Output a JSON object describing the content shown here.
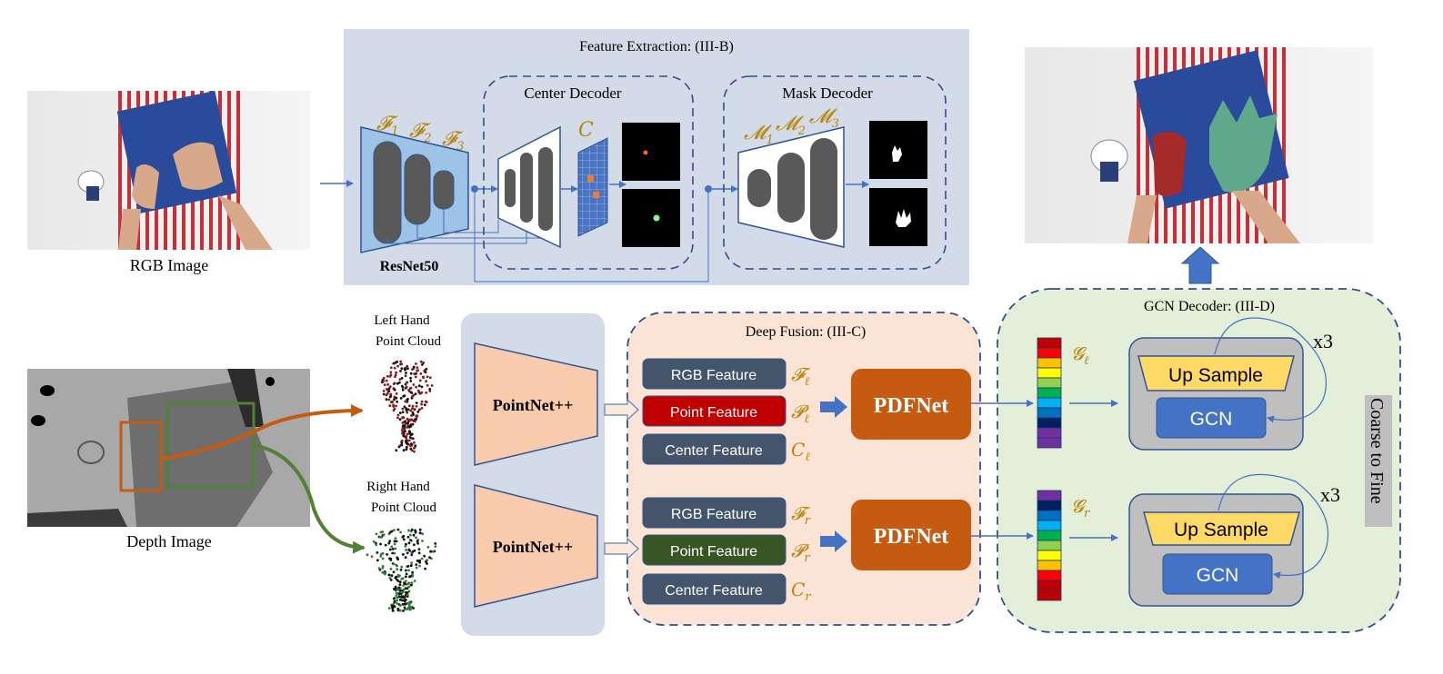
{
  "inputs": {
    "rgb_caption": "RGB Image",
    "depth_caption": "Depth Image",
    "left_cloud_caption": [
      "Left Hand",
      "Point Cloud"
    ],
    "right_cloud_caption": [
      "Right Hand",
      "Point Cloud"
    ]
  },
  "feature_extraction": {
    "title": "Feature Extraction: (III-B)",
    "backbone_label": "ResNet50",
    "backbone_features": [
      "𝓕",
      "𝓕",
      "𝓕"
    ],
    "backbone_feature_subs": [
      "1",
      "2",
      "3"
    ],
    "center_decoder_title": "Center Decoder",
    "center_symbol": "𝐶",
    "mask_decoder_title": "Mask Decoder",
    "mask_features": [
      "𝓜",
      "𝓜",
      "𝓜"
    ],
    "mask_feature_subs": [
      "1",
      "2",
      "3"
    ]
  },
  "pointnet": {
    "top_label": "PointNet++",
    "bottom_label": "PointNet++"
  },
  "deep_fusion": {
    "title": "Deep Fusion: (III-C)",
    "left": {
      "features": [
        "RGB Feature",
        "Point Feature",
        "Center Feature"
      ],
      "symbols": [
        "𝓕",
        "𝓟",
        "𝐶"
      ],
      "symbol_subs": [
        "ℓ",
        "ℓ",
        "ℓ"
      ],
      "net": "PDFNet"
    },
    "right": {
      "features": [
        "RGB Feature",
        "Point Feature",
        "Center Feature"
      ],
      "symbols": [
        "𝓕",
        "𝓟",
        "𝐶"
      ],
      "symbol_subs": [
        "r",
        "r",
        "r"
      ],
      "net": "PDFNet"
    }
  },
  "gcn_decoder": {
    "title": "GCN Decoder: (III-D)",
    "left_symbol": "𝓖",
    "left_sub": "ℓ",
    "right_symbol": "𝓖",
    "right_sub": "r",
    "upsample_label": "Up Sample",
    "gcn_label": "GCN",
    "repeat_label": "x3",
    "side_label": "Coarse to Fine"
  },
  "colors": {
    "fe_bg": "#d3dbe8",
    "fusion_bg": "#fbe3d6",
    "gcn_bg": "#e3efd9",
    "dashed_border": "#2f4f8f",
    "feature_box": "#44546a",
    "point_left": "#c00000",
    "point_right": "#375623",
    "pdfnet": "#c55a11",
    "gcn_box": "#4472c4",
    "upsample": "#ffd966",
    "orange_arrow": "#c55a11",
    "green_arrow": "#538135"
  }
}
